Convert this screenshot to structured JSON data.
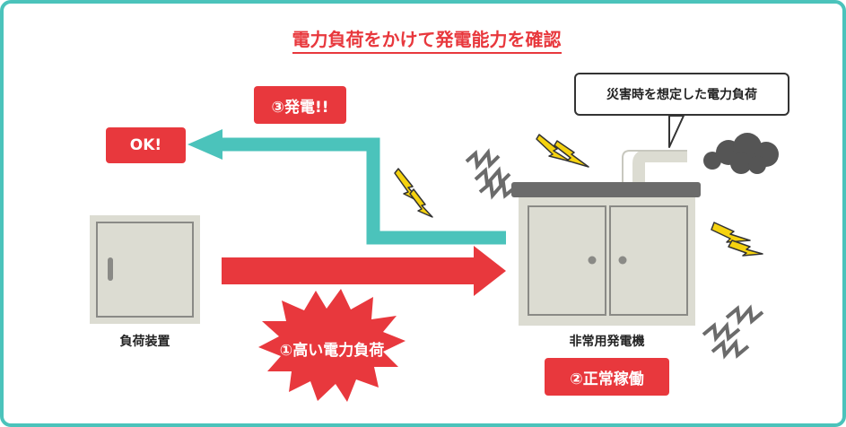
{
  "title": "電力負荷をかけて発電能力を確認",
  "steps": {
    "step1": "①高い電力負荷",
    "step2": "②正常稼働",
    "step3": "③発電!!"
  },
  "result": "OK!",
  "labels": {
    "load_device": "負荷装置",
    "generator": "非常用発電機"
  },
  "callout": "災害時を想定した電力負荷",
  "colors": {
    "frame": "#4bc3bb",
    "accent_red": "#e8383d",
    "teal_arrow": "#4bc3bb",
    "equipment": "#dcdcd2",
    "lightning": "#f5d20f"
  }
}
